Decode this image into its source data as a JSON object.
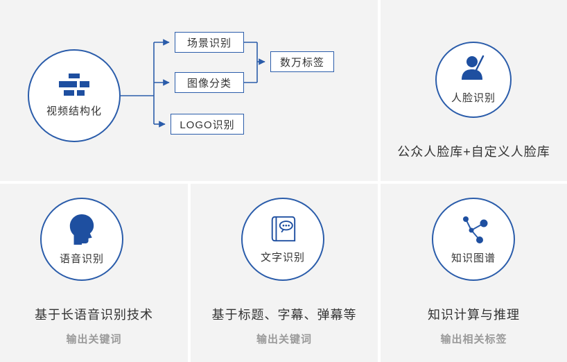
{
  "panels": {
    "video": {
      "root_label": "视频结构化",
      "branches": [
        "场景识别",
        "图像分类",
        "LOGO识别"
      ],
      "result": "数万标签"
    },
    "face": {
      "label": "人脸识别",
      "caption": "公众人脸库+自定义人脸库"
    },
    "speech": {
      "label": "语音识别",
      "caption": "基于长语音识别技术",
      "sub": "输出关键词"
    },
    "ocr": {
      "label": "文字识别",
      "caption": "基于标题、字幕、弹幕等",
      "sub": "输出关键词"
    },
    "graph": {
      "label": "知识图谱",
      "caption": "知识计算与推理",
      "sub": "输出相关标签"
    }
  },
  "icons": {
    "video": "video-frames-icon",
    "face": "person-face-icon",
    "speech": "speech-head-icon",
    "ocr": "scroll-text-icon",
    "graph": "knowledge-graph-icon"
  },
  "colors": {
    "accent_blue": "#2a5caa",
    "icon_blue": "#1e4fa0",
    "text_dark": "#333333",
    "muted_gray": "#9a9a9a",
    "panel_bg": "#f3f3f3"
  }
}
